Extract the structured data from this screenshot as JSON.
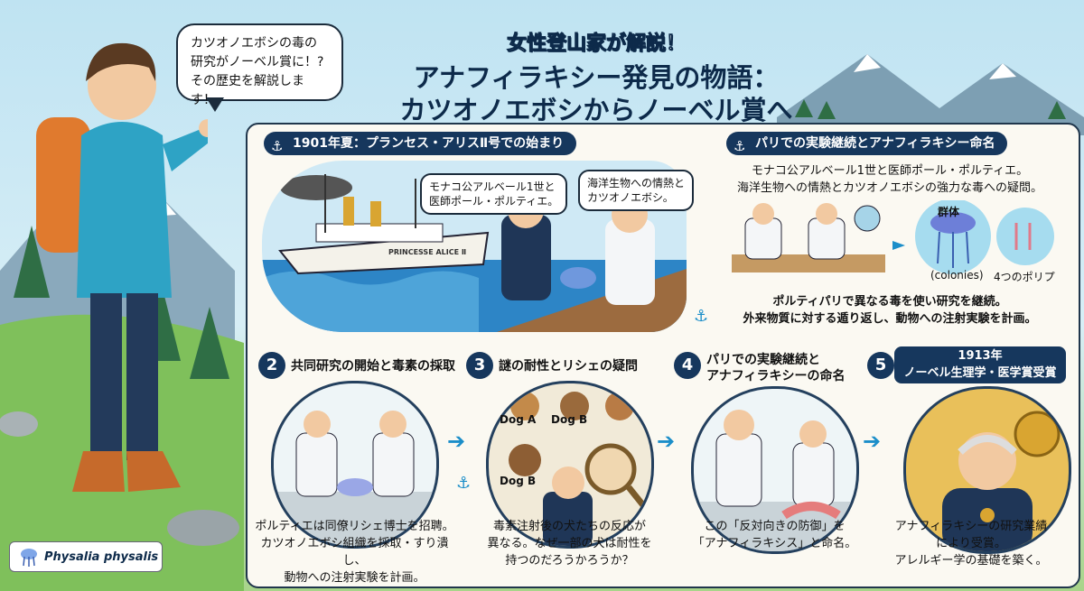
{
  "title": {
    "kicker": "女性登山家が解説！",
    "line1": "アナフィラキシー発見の物語：",
    "line2": "カツオノエボシからノーベル賞へ"
  },
  "guide_bubble": {
    "line1": "カツオノエボシの毒の",
    "line2": "研究がノーベル賞に！?",
    "line3": "その歴史を解説します！"
  },
  "section1": {
    "heading": "1901年夏：プランセス・アリスⅡ号での始まり",
    "ship_name": "PRINCESSE ALICE Ⅱ",
    "bubble_left_1": "モナコ公アルベール1世と",
    "bubble_left_2": "医師ポール・ポルティエ。",
    "bubble_right_1": "海洋生物への情熱と",
    "bubble_right_2": "カツオノエボシ。"
  },
  "section_paris": {
    "heading": "パリでの実験継続とアナフィラキシー命名",
    "text1": "モナコ公アルベール1世と医師ポール・ポルティエ。",
    "text2": "海洋生物への情熱とカツオノエボシの強力な毒への疑問。",
    "label_colony": "群体",
    "label_colonies": "(colonies)",
    "label_polyp": "4つのポリプ",
    "bottom1": "ポルティパリで異なる毒を使い研究を継続。",
    "bottom2": "外来物質に対する遁り返し、動物への注射実験を計画。"
  },
  "steps": [
    {
      "num": "2",
      "title": "共同研究の開始と毒素の採取",
      "caption1": "ポルティエは同僚リシェ博士を招聘。",
      "caption2": "カツオノエボシ組織を採取・すり潰し、",
      "caption3": "動物への注射実験を計画。"
    },
    {
      "num": "3",
      "title": "謎の耐性とリシェの疑問",
      "dog_a": "Dog A",
      "dog_b": "Dog B",
      "dog_b2": "Dog B",
      "caption1": "毒素注射後の犬たちの反応が",
      "caption2": "異なる。なぜ一部の犬は耐性を",
      "caption3": "持つのだろうかろうか？"
    },
    {
      "num": "4",
      "title": "パリでの実験継続と",
      "title2": "アナフィラキシーの命名",
      "caption1": "この「反対向きの防御」を",
      "caption2": "「アナフィラキシス」と命名。",
      "caption3": ""
    },
    {
      "num": "5",
      "title": "1913年",
      "title2": "ノーベル生理学・医学賞受賞",
      "caption1": "アナフィラキシーの研究業績",
      "caption2": "により受賞。",
      "caption3": "アレルギー学の基礎を築く。"
    }
  ],
  "species_tag": "Physalia physalis",
  "colors": {
    "navy": "#16375d",
    "accent": "#1b8ec9",
    "panel": "#fbf9f2",
    "gold": "#d9a531"
  },
  "icons": [
    "anchor-icon",
    "jellyfish-icon",
    "arrow-right-icon",
    "magnifier-icon",
    "medal-icon"
  ]
}
